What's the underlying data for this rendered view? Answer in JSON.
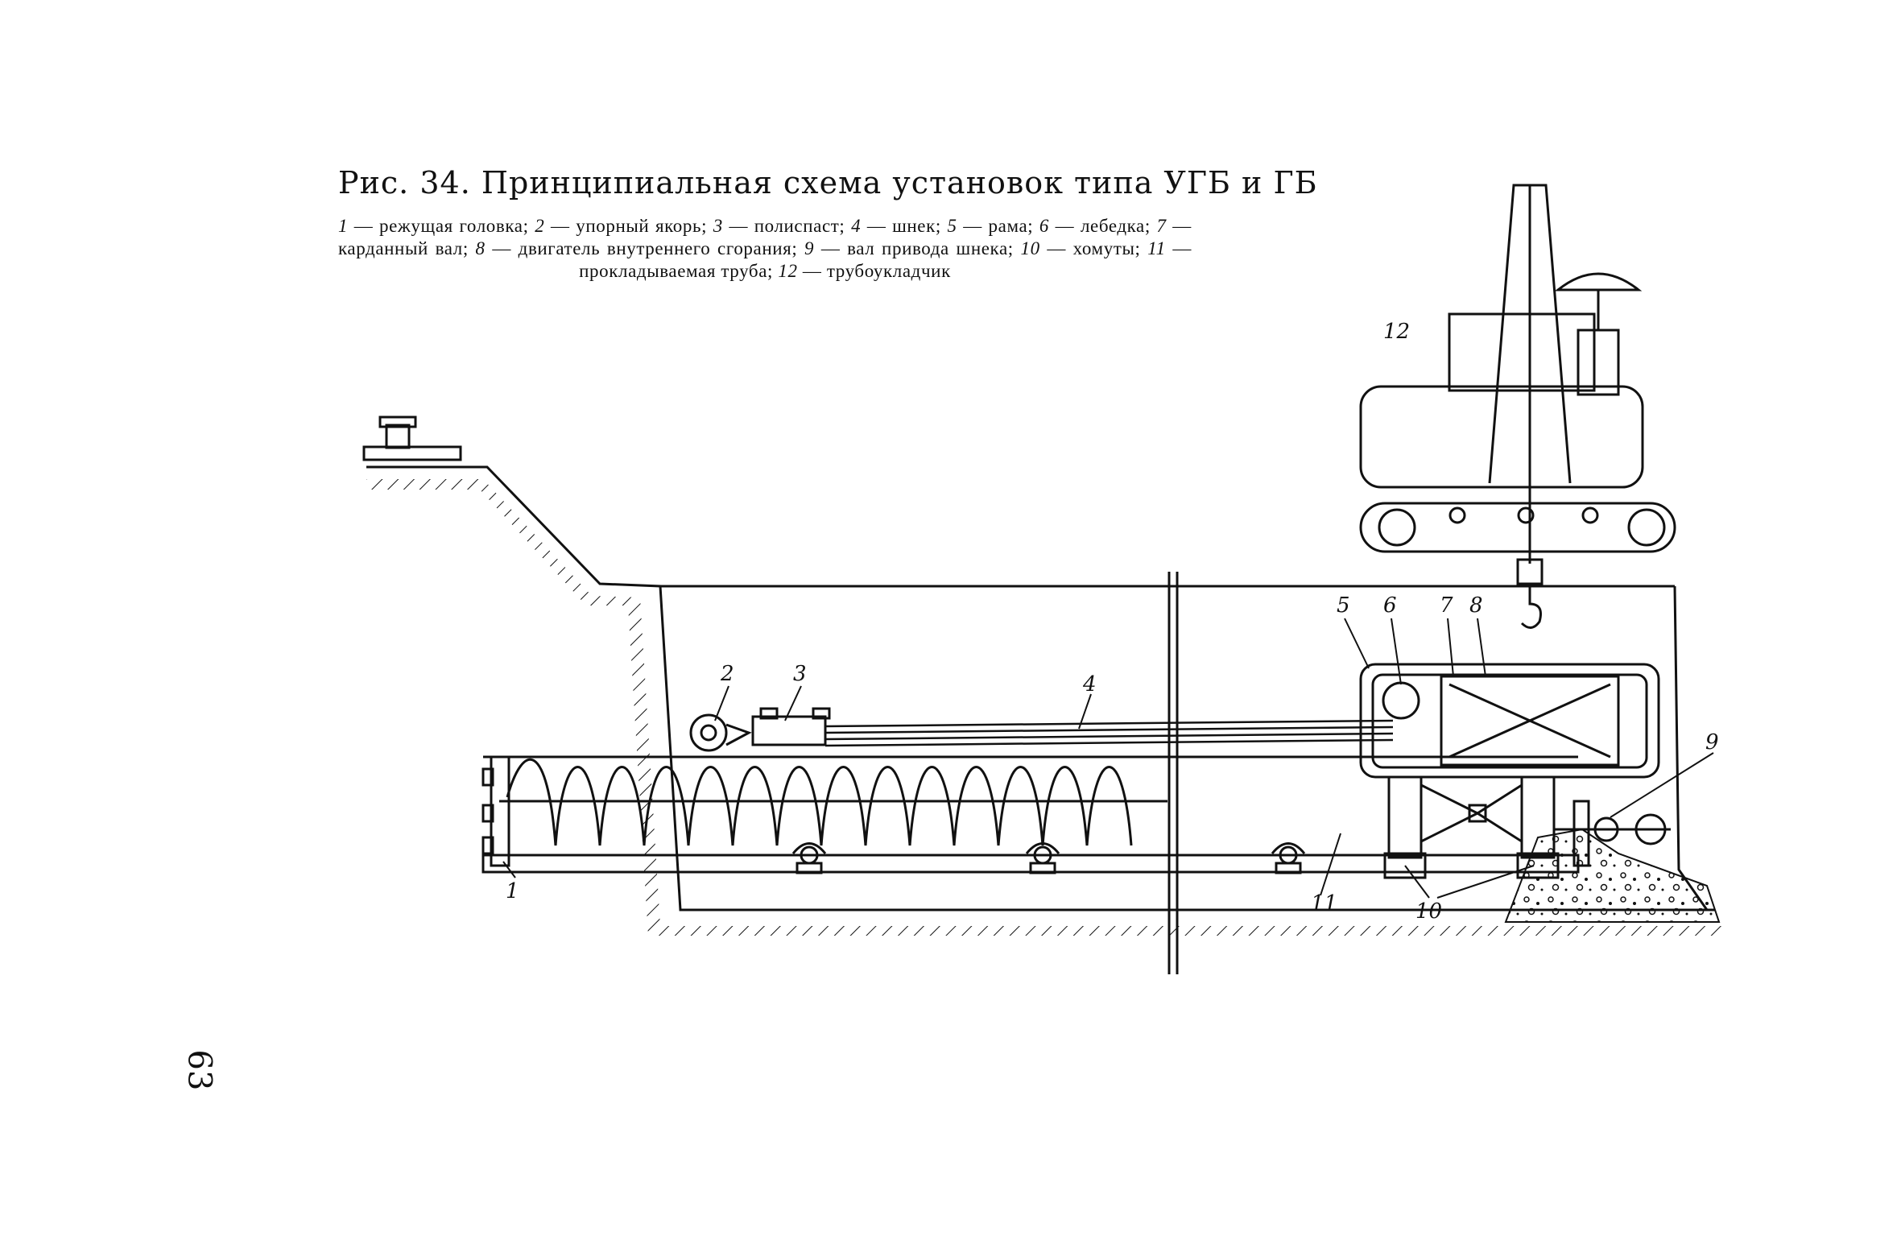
{
  "figure": {
    "title": "Рис. 34. Принципиальная схема установок типа УГБ и ГБ",
    "legend": [
      {
        "num": "1",
        "text": "режущая головка;"
      },
      {
        "num": "2",
        "text": "упорный якорь;"
      },
      {
        "num": "3",
        "text": "полиспаст;"
      },
      {
        "num": "4",
        "text": "шнек;"
      },
      {
        "num": "5",
        "text": "рама;"
      },
      {
        "num": "6",
        "text": "лебедка;"
      },
      {
        "num": "7",
        "text": "карданный вал;"
      },
      {
        "num": "8",
        "text": "двигатель внутреннего сгорания;"
      },
      {
        "num": "9",
        "text": "вал привода шнека;"
      },
      {
        "num": "10",
        "text": "хомуты;"
      },
      {
        "num": "11",
        "text": "прокладываемая труба;"
      },
      {
        "num": "12",
        "text": "трубоукладчик"
      }
    ]
  },
  "labels": {
    "l1": "1",
    "l2": "2",
    "l3": "3",
    "l4": "4",
    "l5": "5",
    "l6": "6",
    "l7": "7",
    "l8": "8",
    "l9": "9",
    "l10": "10",
    "l11": "11",
    "l12": "12"
  },
  "page_number": "63"
}
